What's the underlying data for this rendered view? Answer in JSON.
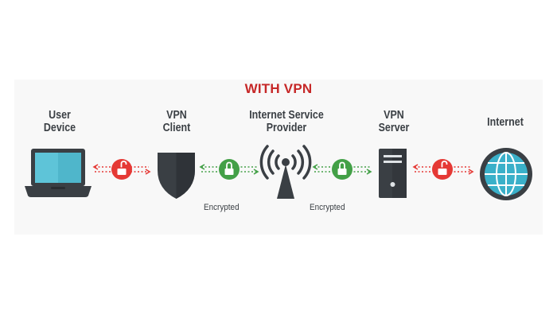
{
  "title": "WITH VPN",
  "nodes": [
    {
      "id": "user-device",
      "label_lines": [
        "User",
        "Device"
      ],
      "icon": "laptop-icon"
    },
    {
      "id": "vpn-client",
      "label_lines": [
        "VPN",
        "Client"
      ],
      "icon": "shield-icon"
    },
    {
      "id": "isp",
      "label_lines": [
        "Internet Service",
        "Provider"
      ],
      "icon": "antenna-icon"
    },
    {
      "id": "vpn-server",
      "label_lines": [
        "VPN",
        "Server"
      ],
      "icon": "server-icon"
    },
    {
      "id": "internet",
      "label_lines": [
        "Internet"
      ],
      "icon": "globe-icon"
    }
  ],
  "links": [
    {
      "from": "user-device",
      "to": "vpn-client",
      "state": "unlocked",
      "color": "#e53935",
      "note": ""
    },
    {
      "from": "vpn-client",
      "to": "isp",
      "state": "locked",
      "color": "#43a047",
      "note": "Encrypted"
    },
    {
      "from": "isp",
      "to": "vpn-server",
      "state": "locked",
      "color": "#43a047",
      "note": "Encrypted"
    },
    {
      "from": "vpn-server",
      "to": "internet",
      "state": "unlocked",
      "color": "#e53935",
      "note": ""
    }
  ],
  "colors": {
    "title": "#c62828",
    "unsecure": "#e53935",
    "secure": "#43a047",
    "device_dark": "#3a3f44",
    "screen": "#5ec4d8",
    "globe": "#3ab0c9"
  }
}
